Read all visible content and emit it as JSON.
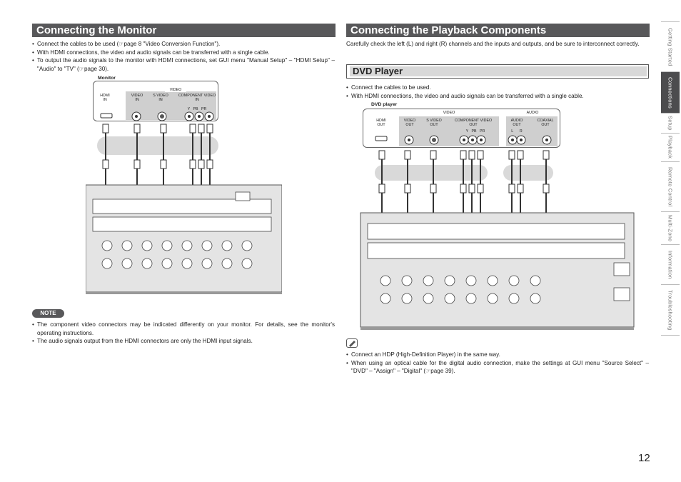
{
  "left": {
    "title": "Connecting the Monitor",
    "bullets": [
      "Connect the cables to be used (☞page 8 \"Video Conversion Function\").",
      "With HDMI connections, the video and audio signals can be transferred with a single cable.",
      "To output the audio signals to the monitor with HDMI connections, set GUI menu \"Manual Setup\" – \"HDMI Setup\" – \"Audio\" to \"TV\" (☞page 30)."
    ],
    "figure": {
      "device_label": "Monitor",
      "group_label": "VIDEO",
      "hdmi": "HDMI\nIN",
      "video": "VIDEO\nIN",
      "svideo": "S VIDEO\nIN",
      "component": "COMPONENT VIDEO\nIN",
      "component_sub": "Y   PB   PR"
    },
    "note_label": "NOTE",
    "notes": [
      "The component video connectors may be indicated differently on your monitor. For details, see the monitor's operating instructions.",
      "The audio signals output from the HDMI connectors are only the HDMI input signals."
    ]
  },
  "right": {
    "title": "Connecting the Playback Components",
    "intro": "Carefully check the left (L) and right (R) channels and the inputs and outputs, and be sure to interconnect correctly.",
    "subtitle": "DVD Player",
    "bullets": [
      "Connect the cables to be used.",
      "With HDMI connections, the video and audio signals can be transferred with a single cable."
    ],
    "figure": {
      "device_label": "DVD player",
      "video_group": "VIDEO",
      "audio_group": "AUDIO",
      "hdmi": "HDMI\nOUT",
      "video": "VIDEO\nOUT",
      "svideo": "S VIDEO\nOUT",
      "component": "COMPONENT VIDEO\nOUT",
      "component_sub": "Y   PB   PR",
      "audio": "AUDIO\nOUT",
      "audio_sub": "L      R",
      "coaxial": "COAXIAL\nOUT"
    },
    "tips": [
      "Connect an HDP (High-Definition Player) in the same way.",
      "When using an optical cable for the digital audio connection, make the settings at GUI menu \"Source Select\" – \"DVD\" – \"Assign\" – \"Digital\" (☞page 39)."
    ]
  },
  "side_tabs": [
    "Getting Started",
    "Connections",
    "Setup",
    "Playback",
    "Remote Control",
    "Multi-Zone",
    "Information",
    "Troubleshooting"
  ],
  "active_tab": "Connections",
  "page_number": "12",
  "colors": {
    "bar": "#58585a",
    "active_tab": "#4c4c4e",
    "panel_grey": "#cfcfcf"
  }
}
